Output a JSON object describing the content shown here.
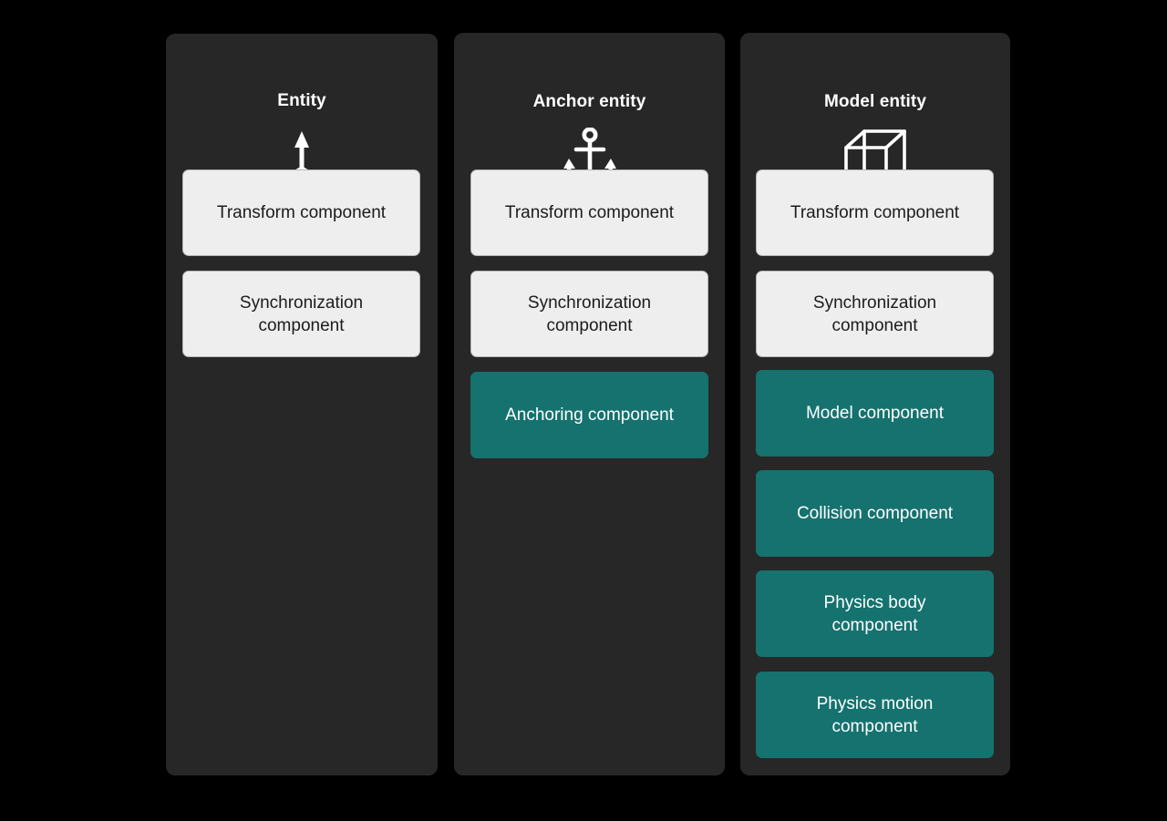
{
  "page": {
    "background_color": "#000000",
    "panel_color": "#272727",
    "light_card_color": "#eeeeee",
    "light_card_text_color": "#1c1c1c",
    "teal_card_color": "#15726f",
    "teal_card_text_color": "#ffffff",
    "title_color": "#ffffff",
    "icon_color": "#ffffff"
  },
  "columns": [
    {
      "title": "Entity",
      "icon": "three-axis-arrows-icon",
      "components": [
        {
          "label": "Transform component",
          "style": "light",
          "lines": 1
        },
        {
          "label": "Synchronization\ncomponent",
          "style": "light",
          "lines": 2
        }
      ]
    },
    {
      "title": "Anchor entity",
      "icon": "anchor-icon",
      "components": [
        {
          "label": "Transform component",
          "style": "light",
          "lines": 1
        },
        {
          "label": "Synchronization\ncomponent",
          "style": "light",
          "lines": 2
        },
        {
          "label": "Anchoring component",
          "style": "teal",
          "lines": 1
        }
      ]
    },
    {
      "title": "Model entity",
      "icon": "wireframe-cube-icon",
      "components": [
        {
          "label": "Transform component",
          "style": "light",
          "lines": 1
        },
        {
          "label": "Synchronization\ncomponent",
          "style": "light",
          "lines": 2
        },
        {
          "label": "Model component",
          "style": "teal",
          "lines": 1
        },
        {
          "label": "Collision component",
          "style": "teal",
          "lines": 1
        },
        {
          "label": "Physics body\ncomponent",
          "style": "teal",
          "lines": 2
        },
        {
          "label": "Physics motion\ncomponent",
          "style": "teal",
          "lines": 2
        }
      ]
    }
  ]
}
